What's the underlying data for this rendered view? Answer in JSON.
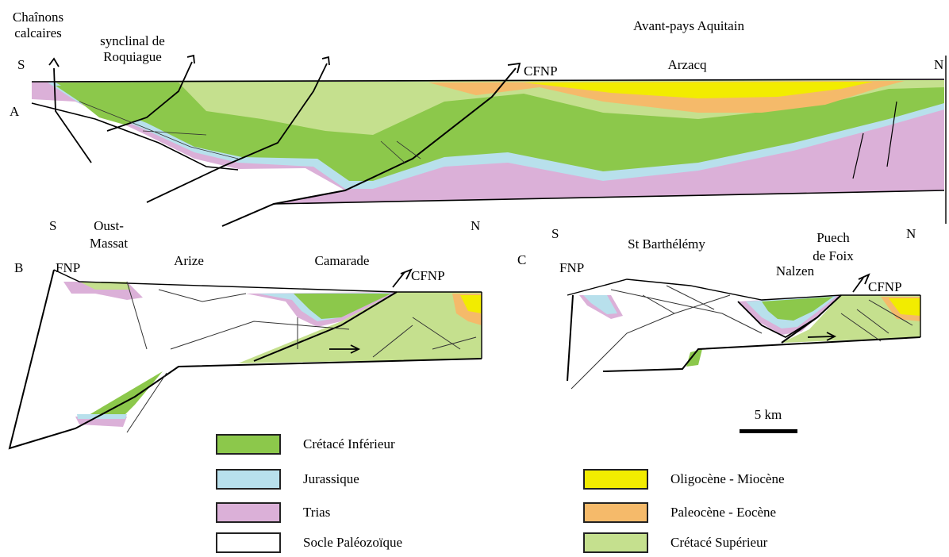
{
  "colors": {
    "cretace_inferieur": "#8cc84b",
    "cretace_superieur": "#c5e08e",
    "jurassique": "#b8e0ec",
    "trias": "#dbb0d8",
    "socle": "#ffffff",
    "paleocene_eocene": "#f5ba6a",
    "oligocene_miocene": "#f2ec00"
  },
  "section_a": {
    "letter": "A",
    "south": "S",
    "north": "N",
    "chainons_line1": "Chaînons",
    "chainons_line2": "calcaires",
    "synclinal_line1": "synclinal de",
    "synclinal_line2": "Roquiague",
    "avant_pays": "Avant-pays Aquitain",
    "arzacq": "Arzacq",
    "cfnp": "CFNP"
  },
  "section_b": {
    "letter": "B",
    "south": "S",
    "north": "N",
    "oust_line1": "Oust-",
    "oust_line2": "Massat",
    "fnp": "FNP",
    "arize": "Arize",
    "camarade": "Camarade",
    "cfnp": "CFNP"
  },
  "section_c": {
    "letter": "C",
    "south": "S",
    "north": "N",
    "fnp": "FNP",
    "st_barthelemy": "St Barthélémy",
    "puech_line1": "Puech",
    "puech_line2": "de Foix",
    "nalzen": "Nalzen",
    "cfnp": "CFNP"
  },
  "scale": {
    "label": "5 km"
  },
  "legend": {
    "left": [
      {
        "key": "cretace_inferieur",
        "label": "Crétacé Inférieur"
      },
      {
        "key": "jurassique",
        "label": "Jurassique"
      },
      {
        "key": "trias",
        "label": "Trias"
      },
      {
        "key": "socle",
        "label": "Socle Paléozoïque"
      }
    ],
    "right": [
      {
        "key": "oligocene_miocene",
        "label": "Oligocène - Miocène"
      },
      {
        "key": "paleocene_eocene",
        "label": "Paleocène - Eocène"
      },
      {
        "key": "cretace_superieur",
        "label": "Crétacé Supérieur"
      }
    ]
  }
}
